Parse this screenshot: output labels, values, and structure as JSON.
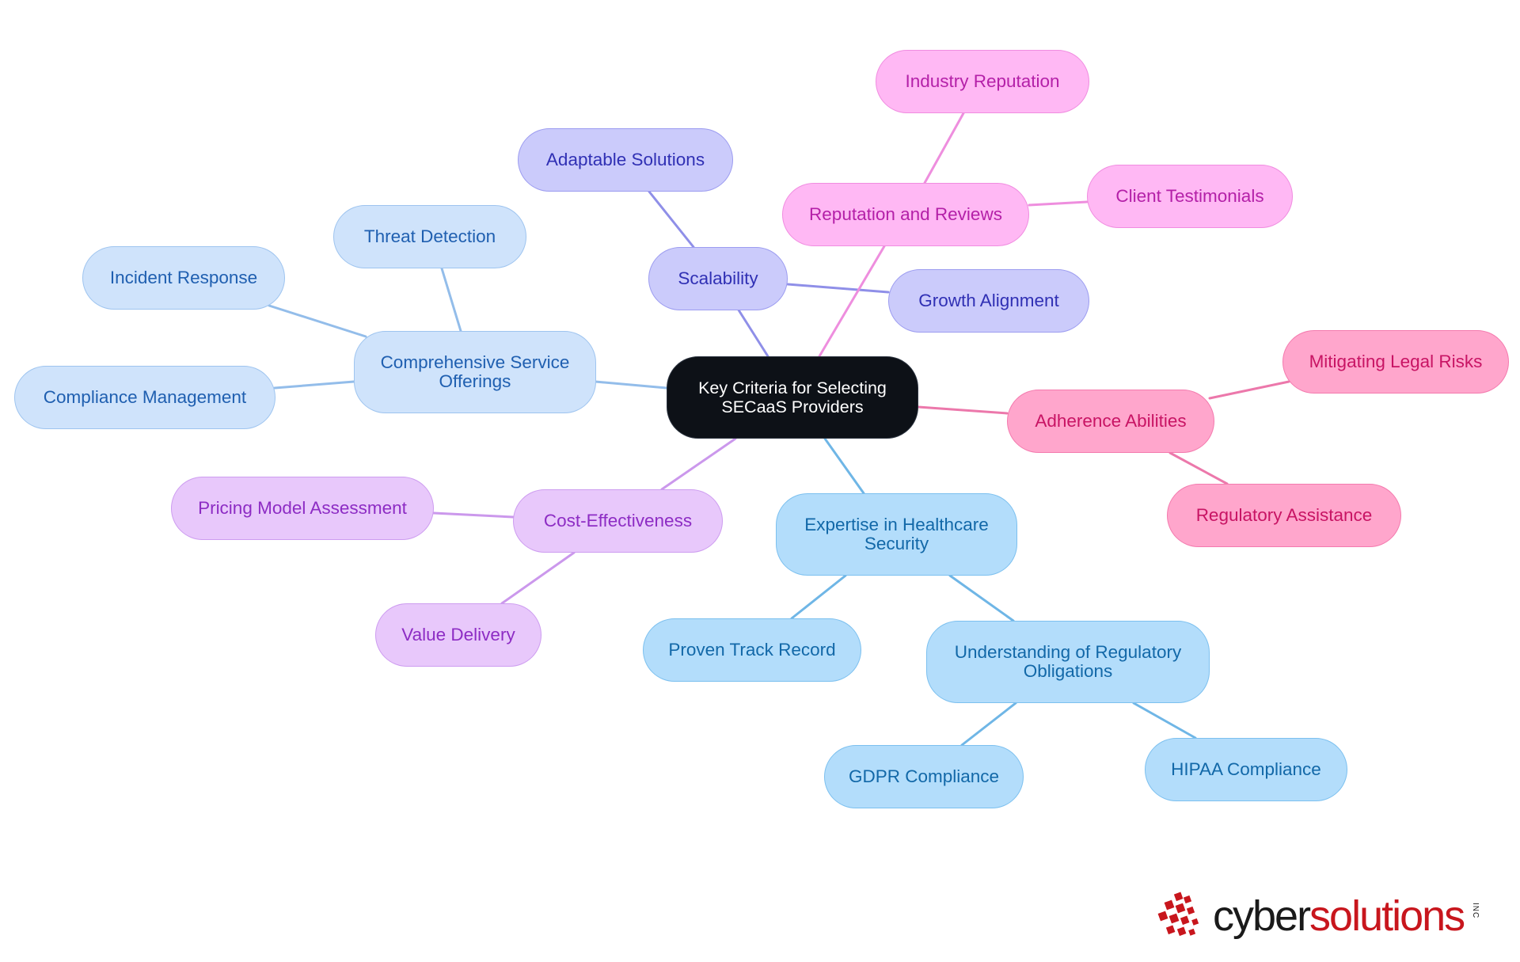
{
  "diagram": {
    "root": {
      "id": "root",
      "label": "Key Criteria for Selecting\nSECaaS Providers"
    },
    "branches": [
      {
        "id": "service",
        "group": "g-service",
        "color": "#93bdea",
        "label": "Comprehensive Service\nOfferings",
        "children": [
          {
            "id": "threat",
            "label": "Threat Detection"
          },
          {
            "id": "incident",
            "label": "Incident Response"
          },
          {
            "id": "compliance",
            "label": "Compliance Management"
          }
        ]
      },
      {
        "id": "scal",
        "group": "g-scal",
        "color": "#8f8fe8",
        "label": "Scalability",
        "children": [
          {
            "id": "adaptable",
            "label": "Adaptable Solutions"
          },
          {
            "id": "growth",
            "label": "Growth Alignment"
          }
        ]
      },
      {
        "id": "rep",
        "group": "g-rep",
        "color": "#ee8ede",
        "label": "Reputation and Reviews",
        "children": [
          {
            "id": "industry",
            "label": "Industry Reputation"
          },
          {
            "id": "testimonials",
            "label": "Client Testimonials"
          }
        ]
      },
      {
        "id": "adh",
        "group": "g-adh",
        "color": "#ec78ab",
        "label": "Adherence Abilities",
        "children": [
          {
            "id": "legal",
            "label": "Mitigating Legal Risks"
          },
          {
            "id": "regassist",
            "label": "Regulatory Assistance"
          }
        ]
      },
      {
        "id": "cost",
        "group": "g-cost",
        "color": "#cb98ec",
        "label": "Cost-Effectiveness",
        "children": [
          {
            "id": "pricing",
            "label": "Pricing Model Assessment"
          },
          {
            "id": "value",
            "label": "Value Delivery"
          }
        ]
      },
      {
        "id": "exp",
        "group": "g-exp",
        "color": "#6fb6e6",
        "label": "Expertise in Healthcare\nSecurity",
        "children": [
          {
            "id": "track",
            "label": "Proven Track Record"
          },
          {
            "id": "understand",
            "label": "Understanding of Regulatory\nObligations",
            "children": [
              {
                "id": "gdpr",
                "label": "GDPR Compliance"
              },
              {
                "id": "hipaa",
                "label": "HIPAA Compliance"
              }
            ]
          }
        ]
      }
    ]
  },
  "logo": {
    "part1": "cyber",
    "part2": "solutions",
    "suffix": "INC"
  }
}
